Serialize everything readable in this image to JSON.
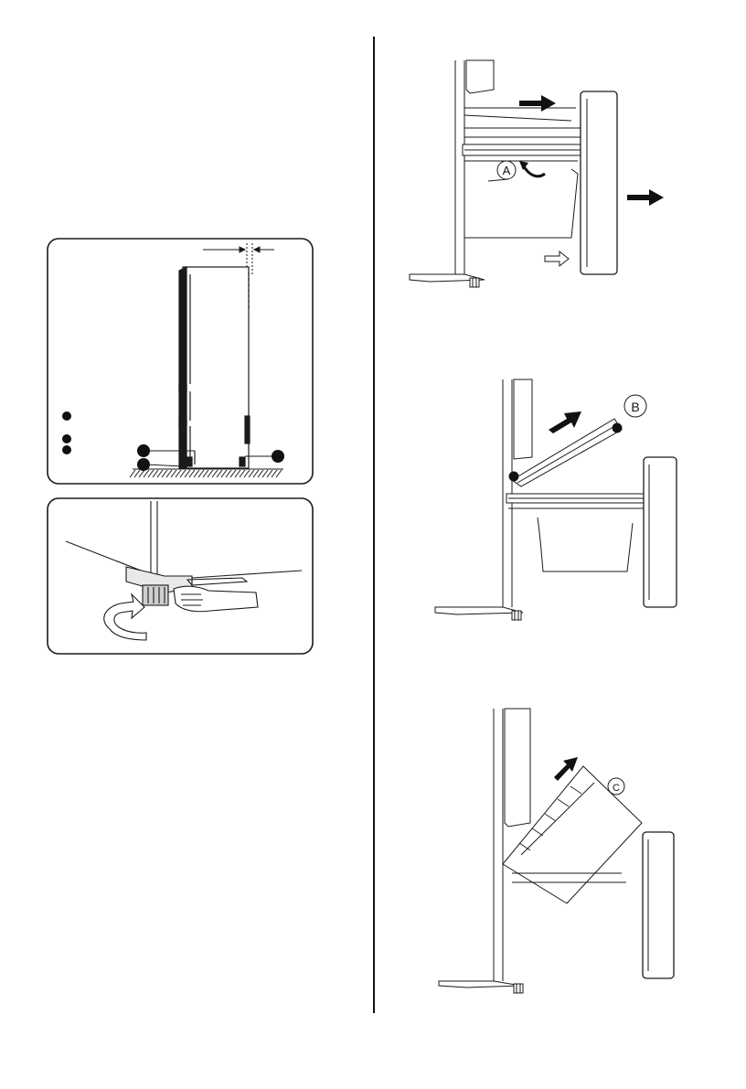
{
  "page": {
    "callouts": {
      "a": "A",
      "b": "B",
      "c": "C"
    }
  },
  "colors": {
    "line": "#1a1a1a",
    "fill_dark": "#111111",
    "fill_light": "#ffffff",
    "panel_border": "#1a1a1a"
  },
  "icons": [
    "arrow-right-icon",
    "outline-arrow-icon",
    "curved-arrow-icon",
    "rotate-arrow-icon",
    "adjustable-foot-icon",
    "hand-icon"
  ]
}
